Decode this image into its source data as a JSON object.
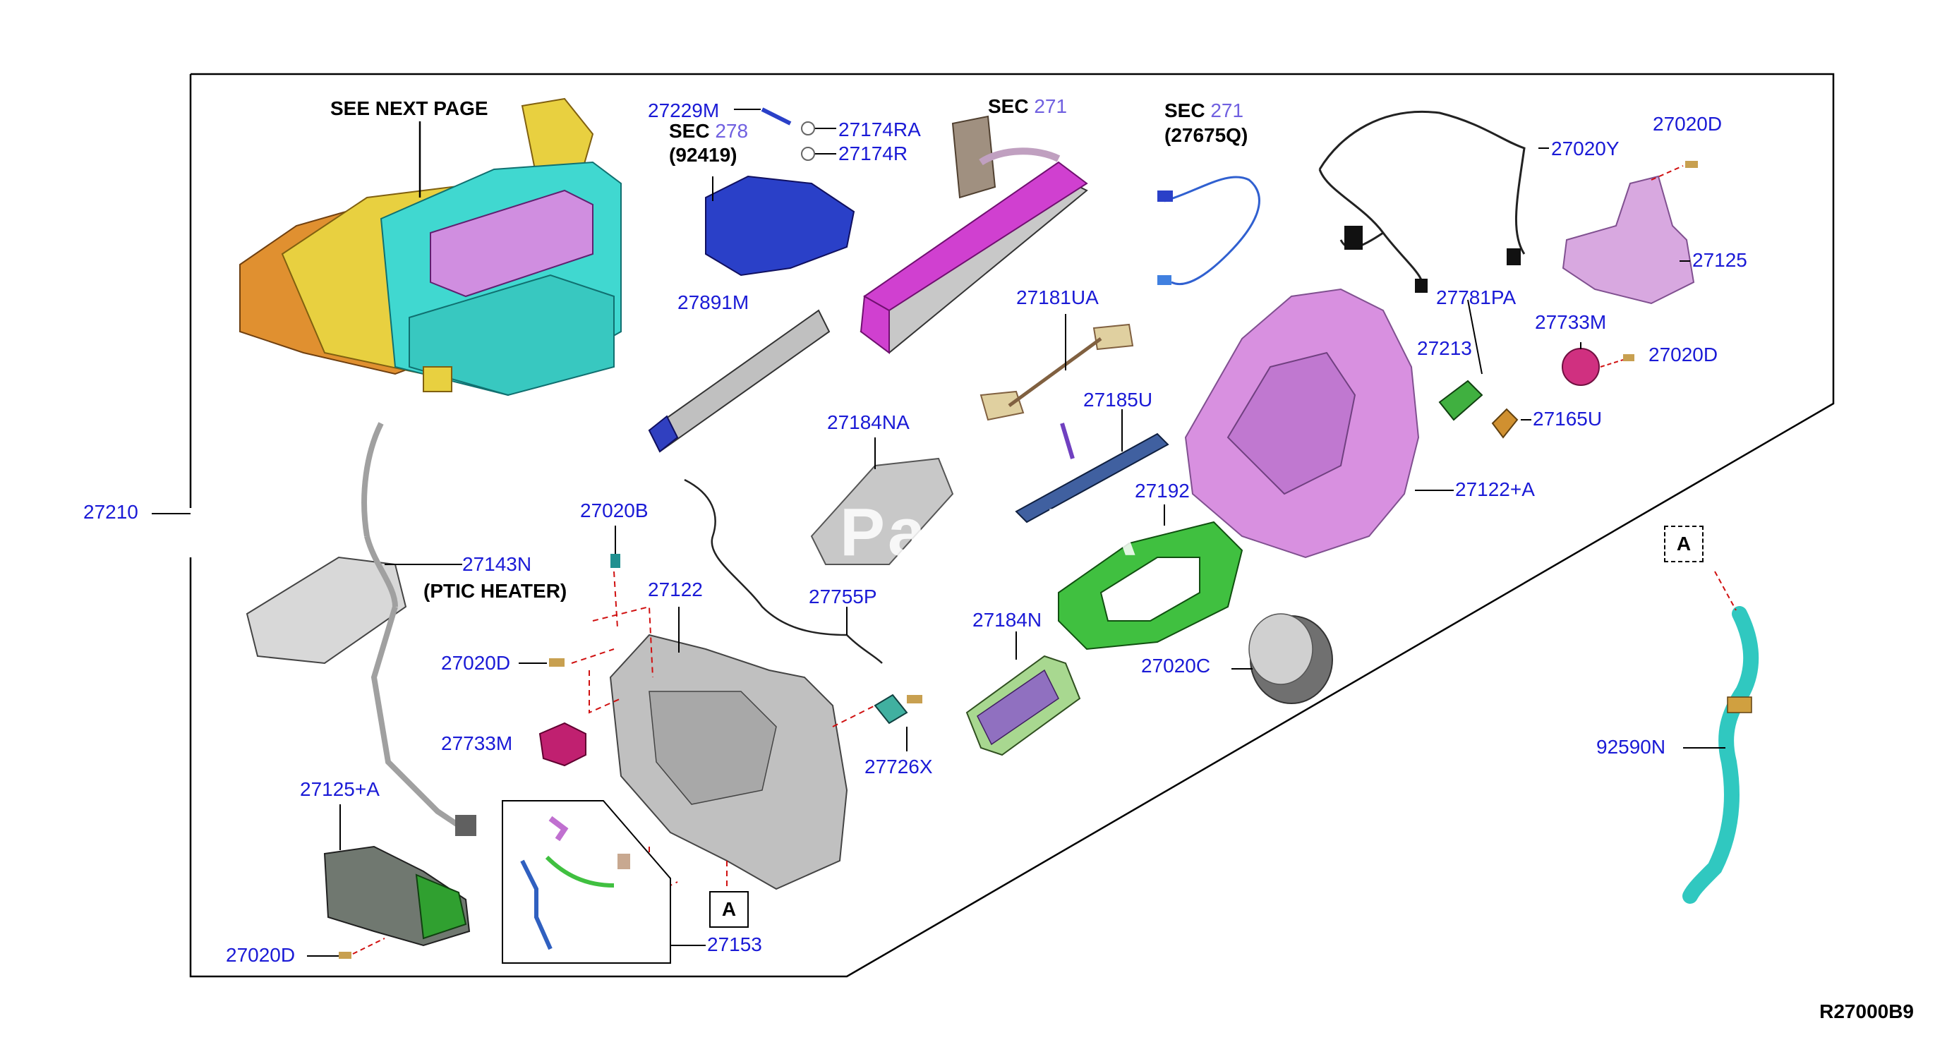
{
  "header": {
    "see_next_page": "SEE NEXT PAGE"
  },
  "sections": [
    {
      "prefix": "SEC ",
      "num": "278",
      "sub": "(92419)"
    },
    {
      "prefix": "SEC ",
      "num": "271",
      "sub": ""
    },
    {
      "prefix": "SEC ",
      "num": "271",
      "sub": "(27675Q)"
    }
  ],
  "labels": {
    "p27229M": "27229M",
    "p27174RA": "27174RA",
    "p27174R": "27174R",
    "p27020Y": "27020Y",
    "p27020D_a": "27020D",
    "p27125": "27125",
    "p27891M": "27891M",
    "p27181UA": "27181UA",
    "p27781PA": "27781PA",
    "p27733M_a": "27733M",
    "p27020D_b": "27020D",
    "p27213": "27213",
    "p27165U": "27165U",
    "p27185U": "27185U",
    "p27184NA": "27184NA",
    "p27122A": "27122+A",
    "p27210": "27210",
    "p27020B": "27020B",
    "p27192": "27192",
    "p27143N": "27143N",
    "ptic": "(PTIC HEATER)",
    "p27122": "27122",
    "p27755P": "27755P",
    "p27184N": "27184N",
    "p27020C": "27020C",
    "p27020D_c": "27020D",
    "p27733M_b": "27733M",
    "p27726X": "27726X",
    "p92590N": "92590N",
    "p27125A": "27125+A",
    "p27020D_d": "27020D",
    "p27153": "27153"
  },
  "callouts": {
    "a_box": "A",
    "a_box_2": "A"
  },
  "reference": "R27000B9",
  "watermark": "Parts PA",
  "colors": {
    "label_blue": "#1a1ad6",
    "sec_purple": "#7060e0",
    "leader_red": "#d01010",
    "housing_cyan": "#40d8d0",
    "housing_yellow": "#e8d040",
    "housing_orange": "#e09030",
    "evap_magenta": "#d040d0",
    "case_pink": "#d890e0",
    "filter_blue": "#3040c0",
    "motor_green": "#40c040",
    "grey_part": "#b8b8b8",
    "hose_teal": "#30c8c0"
  }
}
